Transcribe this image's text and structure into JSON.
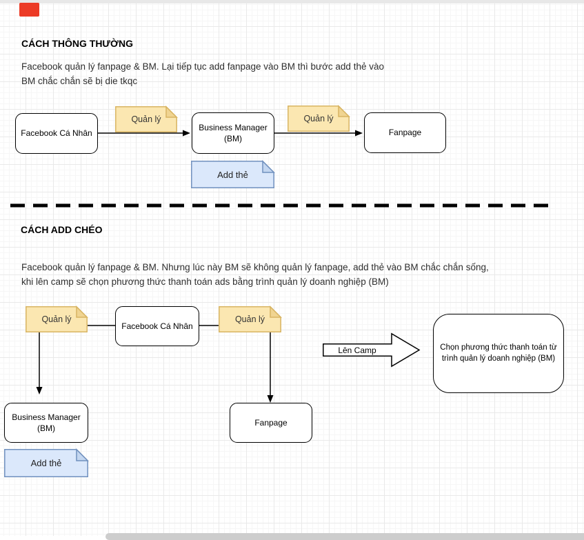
{
  "colors": {
    "note_yellow_fill": "#FBE7B1",
    "note_yellow_border": "#D8B462",
    "note_yellow_fold": "#F0D491",
    "note_blue_fill": "#DBE8FB",
    "note_blue_border": "#7090BE",
    "note_blue_fold": "#C3D6F0",
    "box_border": "#000000",
    "red_marker": "#EC3B26"
  },
  "section1": {
    "heading": "CÁCH THÔNG THƯỜNG",
    "description": "Facebook quản lý fanpage & BM. Lại tiếp tục add fanpage vào BM thì bước add thẻ vào\nBM chắc chắn sẽ bị die tkqc",
    "nodes": {
      "facebook": "Facebook Cá Nhân",
      "note_manage_1": "Quản lý",
      "business_manager": "Business Manager\n(BM)",
      "note_manage_2": "Quản lý",
      "fanpage": "Fanpage",
      "add_card": "Add thẻ"
    }
  },
  "section2": {
    "heading": "CÁCH ADD CHÉO",
    "description": "Facebook quản lý fanpage & BM. Nhưng lúc này BM sẽ không quản lý fanpage, add thẻ vào BM chắc chắn sống,\nkhi lên camp sẽ chọn phương thức thanh toán ads bằng trình quản lý doanh nghiệp (BM)",
    "nodes": {
      "note_manage_left": "Quản lý",
      "facebook": "Facebook Cá Nhân",
      "note_manage_right": "Quản lý",
      "business_manager": "Business Manager\n(BM)",
      "fanpage": "Fanpage",
      "add_card": "Add thẻ",
      "len_camp_arrow": "Lên Camp",
      "result_box": "Chọn phương thức thanh toán từ\ntrình quản lý doanh nghiệp (BM)"
    }
  }
}
